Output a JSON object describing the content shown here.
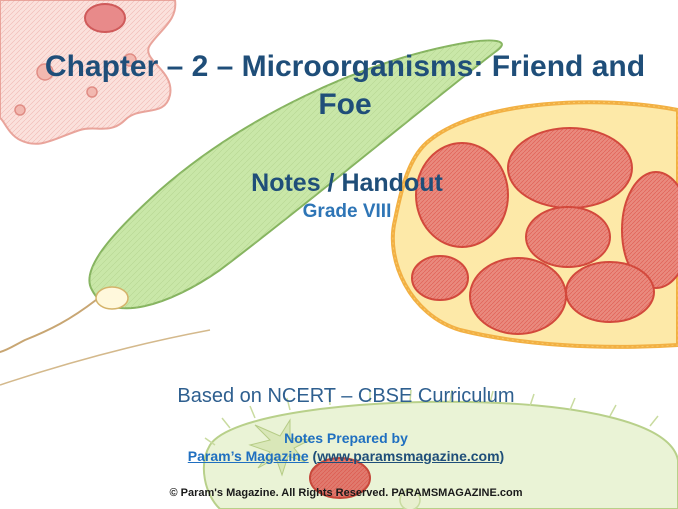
{
  "slide": {
    "title_line1": "Chapter – 2 – Microorganisms: Friend and",
    "title_line2": "Foe",
    "subtitle": "Notes / Handout",
    "grade": "Grade VIII",
    "based_on": "Based on NCERT – CBSE Curriculum",
    "prepared_by": "Notes Prepared by",
    "magazine_link": "Param’s Magazine",
    "url_open": " (",
    "url_link": "www.paramsmagazine.com",
    "url_close": ")",
    "copyright": "©  Param's Magazine. All Rights Reserved. PARAMSMAGAZINE.com"
  },
  "colors": {
    "title": "#1f4e79",
    "grade": "#2e75b6",
    "link": "#1f6fc0",
    "euglena_fill": "#c9e7a8",
    "cell_fill": "#fde9a8",
    "nucleus_fill": "#e98a7e"
  },
  "icons": [
    "amoeba-illustration",
    "euglena-illustration",
    "bacteria-cell-illustration",
    "paramecium-illustration"
  ]
}
